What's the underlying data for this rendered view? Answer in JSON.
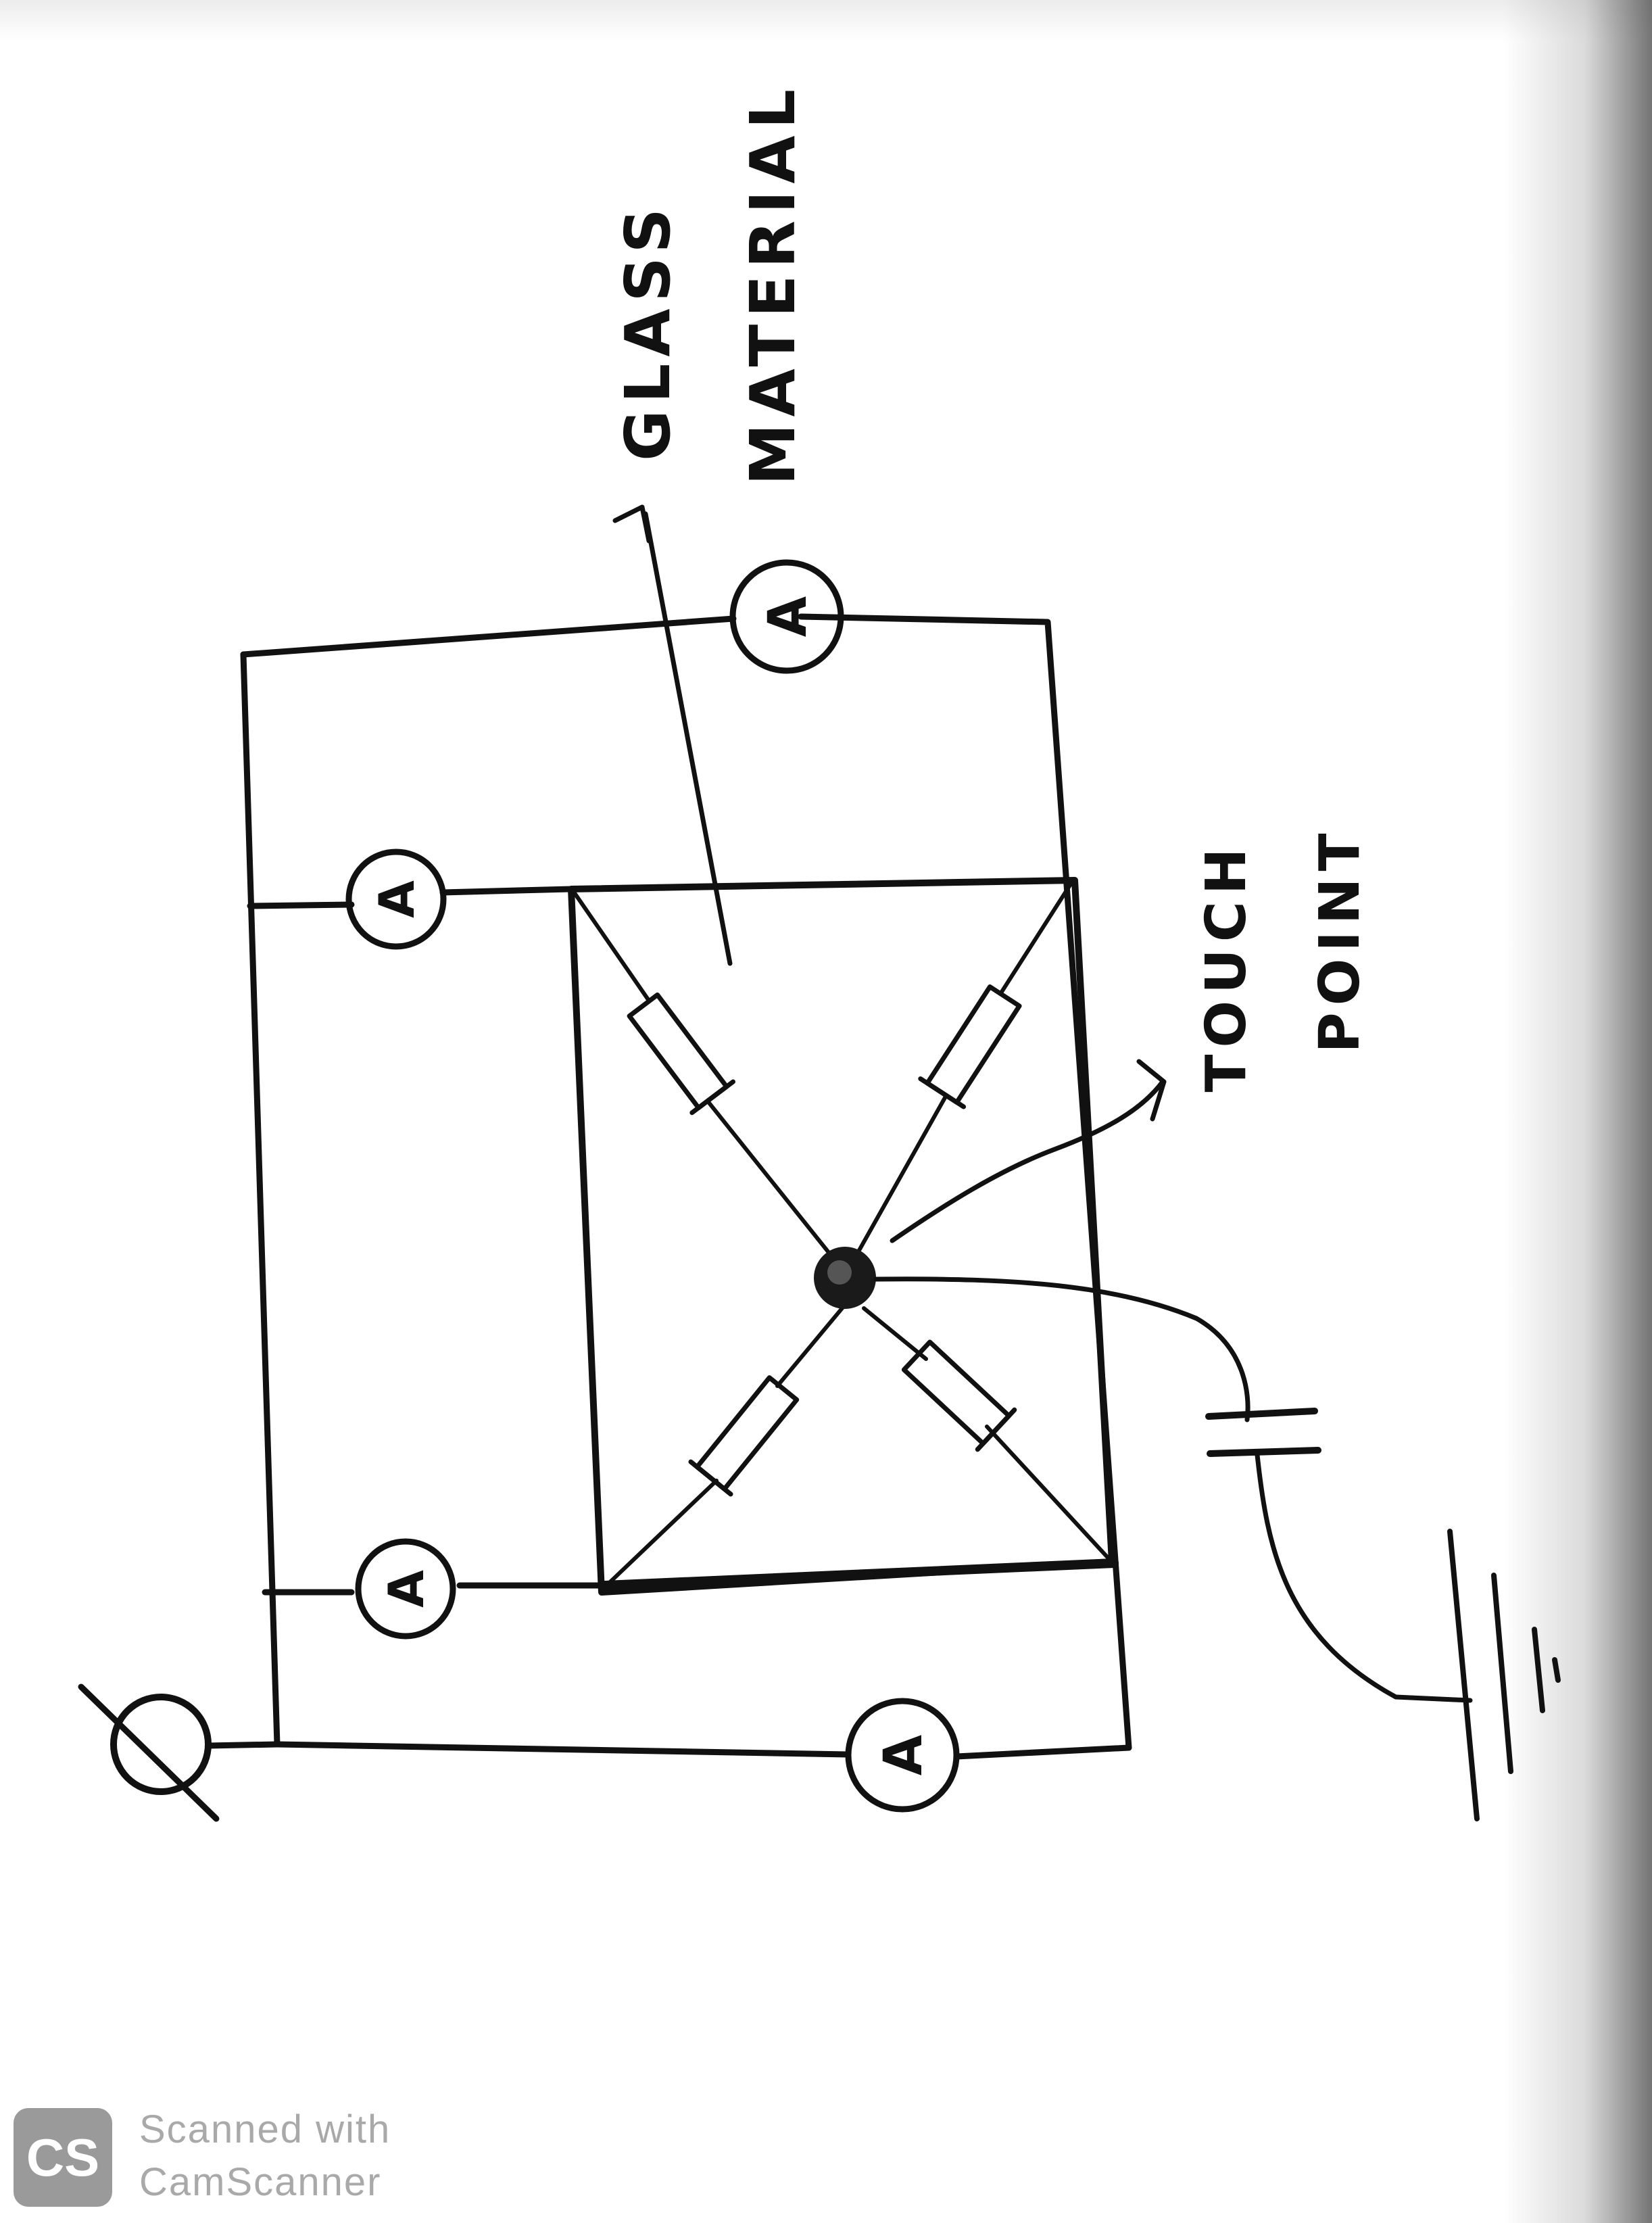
{
  "labels": {
    "glass_line1": "GLASS",
    "glass_line2": "MATERIAL",
    "touch_line1": "TOUCH",
    "touch_line2": "POINT",
    "ammeter_symbol": "A"
  },
  "watermark": {
    "logo": "CS",
    "line1": "Scanned with",
    "line2": "CamScanner"
  }
}
